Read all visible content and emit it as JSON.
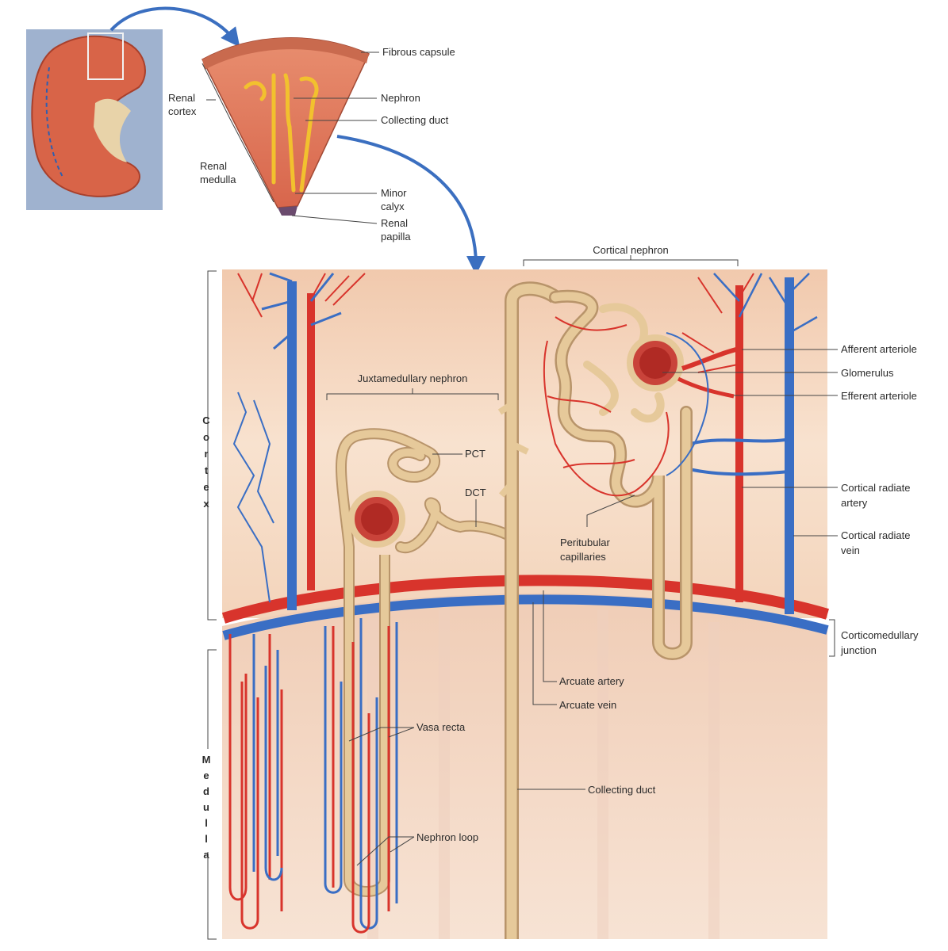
{
  "top": {
    "fibrous_capsule": "Fibrous capsule",
    "renal_cortex_1": "Renal",
    "renal_cortex_2": "cortex",
    "renal_medulla_1": "Renal",
    "renal_medulla_2": "medulla",
    "nephron": "Nephron",
    "collecting_duct": "Collecting duct",
    "minor_calyx_1": "Minor",
    "minor_calyx_2": "calyx",
    "renal_papilla_1": "Renal",
    "renal_papilla_2": "papilla"
  },
  "main": {
    "cortical_nephron": "Cortical nephron",
    "juxtamedullary_nephron": "Juxtamedullary nephron",
    "pct": "PCT",
    "dct": "DCT",
    "peritubular_1": "Peritubular",
    "peritubular_2": "capillaries",
    "afferent_arteriole": "Afferent arteriole",
    "glomerulus": "Glomerulus",
    "efferent_arteriole": "Efferent arteriole",
    "cortical_radiate_artery_1": "Cortical radiate",
    "cortical_radiate_artery_2": "artery",
    "cortical_radiate_vein_1": "Cortical radiate",
    "cortical_radiate_vein_2": "vein",
    "corticomedullary_1": "Corticomedullary",
    "corticomedullary_2": "junction",
    "arcuate_artery": "Arcuate artery",
    "arcuate_vein": "Arcuate vein",
    "vasa_recta": "Vasa recta",
    "collecting_duct": "Collecting duct",
    "nephron_loop": "Nephron loop",
    "cortex_letters": [
      "C",
      "o",
      "r",
      "t",
      "e",
      "x"
    ],
    "medulla_letters": [
      "M",
      "e",
      "d",
      "u",
      "l",
      "l",
      "a"
    ]
  },
  "colors": {
    "artery": "#d8342c",
    "vein": "#3a6ec4",
    "tubule": "#e6c99a",
    "tubule_edge": "#b8946a",
    "cortex_bg": "#f6dcc4",
    "medulla_bg": "#f3d8c6",
    "pointer_arrow": "#3b6fc0"
  }
}
